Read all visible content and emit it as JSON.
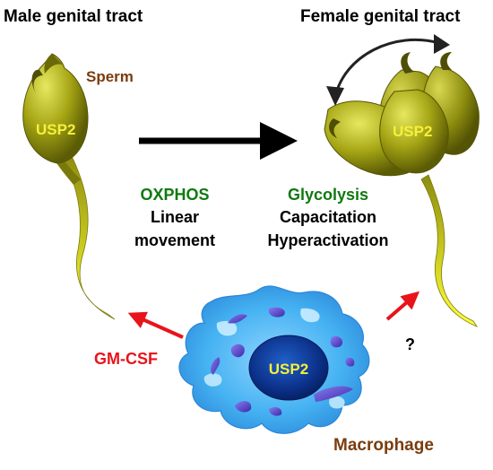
{
  "labels": {
    "male_tract": "Male genital tract",
    "female_tract": "Female genital tract",
    "sperm": "Sperm",
    "usp2_male": "USP2",
    "usp2_female": "USP2",
    "usp2_macrophage": "USP2",
    "oxphos": "OXPHOS",
    "linear": "Linear",
    "movement": "movement",
    "glycolysis": "Glycolysis",
    "capacitation": "Capacitation",
    "hyperactivation": "Hyperactivation",
    "gmcsf": "GM-CSF",
    "question": "?",
    "macrophage": "Macrophage"
  },
  "colors": {
    "black_text": "#000000",
    "brown": "#7a3c0d",
    "green": "#0f7a0f",
    "red": "#e8141a",
    "usp2_text": "#f5f03a",
    "sperm_olive": "#9a9a10",
    "sperm_highlight": "#e8e860",
    "tail_tip": "#ffff30",
    "macrophage_blue": "#40aef0",
    "macrophage_dark": "#2a6ec8",
    "vesicle_purple": "#5a4ad0",
    "nucleus_dark": "#0b2f86"
  },
  "icons": [
    "sperm-icon",
    "macrophage-icon",
    "arrow-icon",
    "curved-arrow-icon"
  ]
}
